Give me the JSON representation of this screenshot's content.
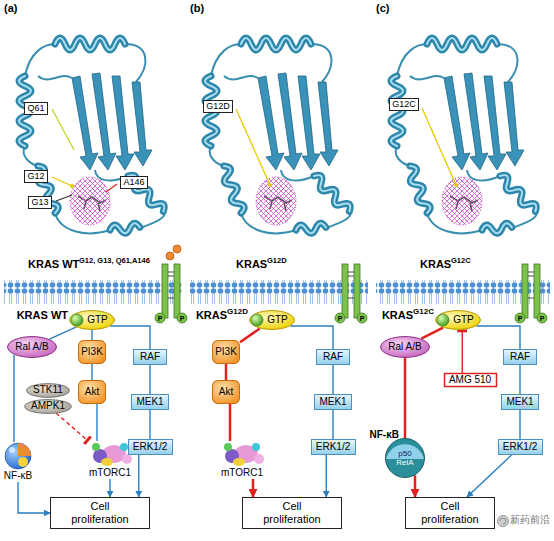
{
  "diagram": {
    "nodes": [
      {
        "text": [
          "Q61"
        ]
      },
      {
        "text": [
          "G12"
        ]
      },
      {
        "text": [
          "G13"
        ]
      },
      {
        "text": [
          "A146"
        ]
      },
      {
        "text": [
          "G12D"
        ]
      },
      {
        "text": [
          "G12C"
        ]
      },
      {
        "text": [
          "KRAS WT",
          "GTP"
        ]
      },
      {
        "text": [
          "Ral A/B"
        ]
      },
      {
        "text": [
          "PI3K"
        ]
      },
      {
        "text": [
          "RAF"
        ]
      },
      {
        "text": [
          "STK11"
        ]
      },
      {
        "text": [
          "AMPK1"
        ]
      },
      {
        "text": [
          "Akt"
        ]
      },
      {
        "text": [
          "MEK1"
        ]
      },
      {
        "text": [
          "NF-κB"
        ]
      },
      {
        "text": [
          "mTORC1"
        ]
      },
      {
        "text": [
          "ERK1/2"
        ]
      },
      {
        "text": [
          "Cell proliferation"
        ]
      },
      {
        "text": [
          "KRAS",
          "G12D",
          "GTP"
        ]
      },
      {
        "text": [
          "PI3K"
        ]
      },
      {
        "text": [
          "RAF"
        ]
      },
      {
        "text": [
          "Akt"
        ]
      },
      {
        "text": [
          "MEK1"
        ]
      },
      {
        "text": [
          "mTORC1"
        ]
      },
      {
        "text": [
          "ERK1/2"
        ]
      },
      {
        "text": [
          "Cell proliferation"
        ]
      },
      {
        "text": [
          "KRAS",
          "G12C",
          "GTP"
        ]
      },
      {
        "text": [
          "Ral A/B"
        ]
      },
      {
        "text": [
          "RAF"
        ]
      },
      {
        "text": [
          "AMG 510"
        ]
      },
      {
        "text": [
          "MEK1"
        ]
      },
      {
        "text": [
          "NF-κB",
          "p50",
          "RelA"
        ]
      },
      {
        "text": [
          "ERK1/2"
        ]
      },
      {
        "text": [
          "Cell proliferation"
        ]
      }
    ],
    "edges": [
      {
        "from": 6,
        "to": 7,
        "arrow": "none"
      },
      {
        "from": 6,
        "to": 8,
        "arrow": "none"
      },
      {
        "from": 6,
        "to": 9,
        "arrow": "none"
      },
      {
        "from": 7,
        "to": 14,
        "arrow": "none"
      },
      {
        "from": 14,
        "to": 17,
        "arrow": "to"
      },
      {
        "from": 8,
        "to": 12,
        "arrow": "none"
      },
      {
        "from": 12,
        "to": 15,
        "arrow": "none"
      },
      {
        "from": 11,
        "to": 15,
        "arrow": "to"
      },
      {
        "from": 15,
        "to": 17,
        "arrow": "to"
      },
      {
        "from": 9,
        "to": 13,
        "arrow": "none"
      },
      {
        "from": 13,
        "to": 16,
        "arrow": "none"
      },
      {
        "from": 16,
        "to": 17,
        "arrow": "to"
      },
      {
        "from": 18,
        "to": 19,
        "arrow": "none"
      },
      {
        "from": 18,
        "to": 20,
        "arrow": "none"
      },
      {
        "from": 19,
        "to": 21,
        "arrow": "none"
      },
      {
        "from": 21,
        "to": 23,
        "arrow": "none"
      },
      {
        "from": 23,
        "to": 25,
        "arrow": "to"
      },
      {
        "from": 20,
        "to": 22,
        "arrow": "none"
      },
      {
        "from": 22,
        "to": 24,
        "arrow": "none"
      },
      {
        "from": 24,
        "to": 25,
        "arrow": "to"
      },
      {
        "from": 26,
        "to": 27,
        "arrow": "none"
      },
      {
        "from": 26,
        "to": 28,
        "arrow": "none"
      },
      {
        "from": 29,
        "to": 26,
        "arrow": "to"
      },
      {
        "from": 27,
        "to": 31,
        "arrow": "none"
      },
      {
        "from": 31,
        "to": 33,
        "arrow": "to"
      },
      {
        "from": 28,
        "to": 30,
        "arrow": "none"
      },
      {
        "from": 30,
        "to": 32,
        "arrow": "none"
      },
      {
        "from": 32,
        "to": 33,
        "arrow": "to"
      }
    ],
    "labels": [
      "(a)",
      "(b)",
      "(c)",
      "KRAS WT",
      "G12, G13, Q61,A146",
      "KRAS",
      "G12D",
      "KRAS",
      "G12C",
      "P",
      "P",
      "P",
      "P",
      "P",
      "P",
      "新药前沿"
    ]
  }
}
